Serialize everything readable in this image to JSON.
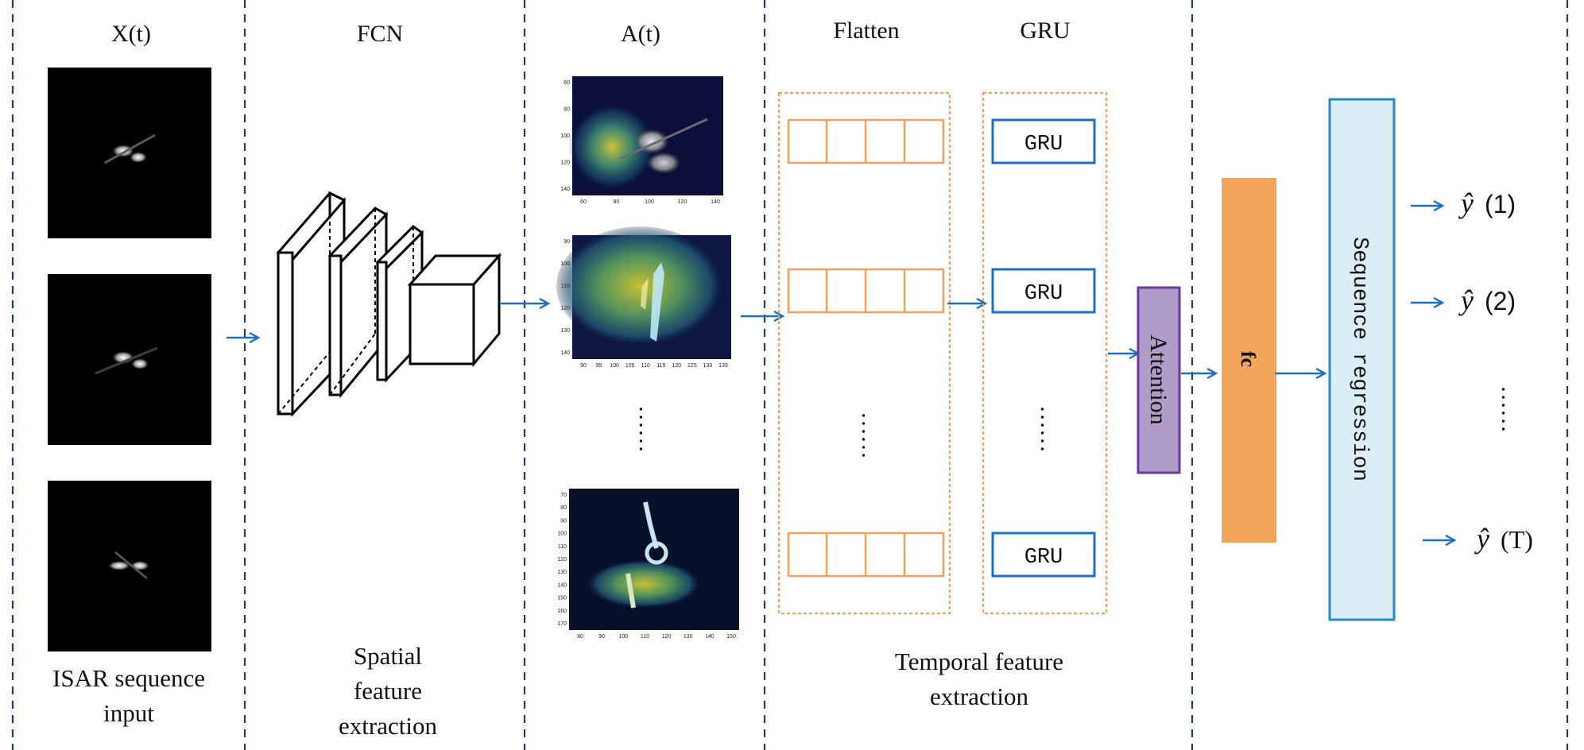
{
  "sections": {
    "xt_title": "X(t)",
    "fcn_title": "FCN",
    "at_title": "A(t)",
    "flatten_title": "Flatten",
    "gru_title": "GRU"
  },
  "captions": {
    "isar_line1": "ISAR sequence",
    "isar_line2": "input",
    "spatial_line1": "Spatial",
    "spatial_line2": "feature",
    "spatial_line3": "extraction",
    "temporal_line1": "Temporal feature",
    "temporal_line2": "extraction"
  },
  "gru_cells": [
    "GRU",
    "GRU",
    "GRU"
  ],
  "ellipsis": "……",
  "attention_label": "Attention",
  "fc_label": "fc",
  "sequence_regression_label": "Sequence regression",
  "outputs": [
    {
      "symbol": "ŷ",
      "index": "(1)"
    },
    {
      "symbol": "ŷ",
      "index": "(2)"
    },
    {
      "symbol": "ŷ",
      "index": "(T)"
    }
  ],
  "heatmap_ticks": {
    "map1_x": [
      "60",
      "80",
      "100",
      "120",
      "140"
    ],
    "map1_y": [
      "60",
      "80",
      "100",
      "120",
      "140"
    ],
    "map2_x": [
      "90",
      "95",
      "100",
      "105",
      "110",
      "115",
      "120",
      "125",
      "130",
      "135"
    ],
    "map2_y": [
      "90",
      "100",
      "110",
      "120",
      "130",
      "140"
    ],
    "map3_x": [
      "80",
      "90",
      "100",
      "110",
      "120",
      "130",
      "140",
      "150"
    ],
    "map3_y": [
      "70",
      "80",
      "90",
      "100",
      "110",
      "120",
      "130",
      "140",
      "150",
      "160",
      "170"
    ]
  },
  "colors": {
    "divider": "#1f3a7a",
    "arrow": "#1f6fc0",
    "flatten_orange": "#f0a060",
    "dashed_orange": "#f0a060",
    "gru_blue": "#1f6fc0",
    "attention_fill": "#b09cc8",
    "attention_border": "#6a3a9a",
    "fc_fill": "#f4a55c",
    "seqreg_fill": "#dbeef5",
    "seqreg_border": "#2a8ac0"
  }
}
